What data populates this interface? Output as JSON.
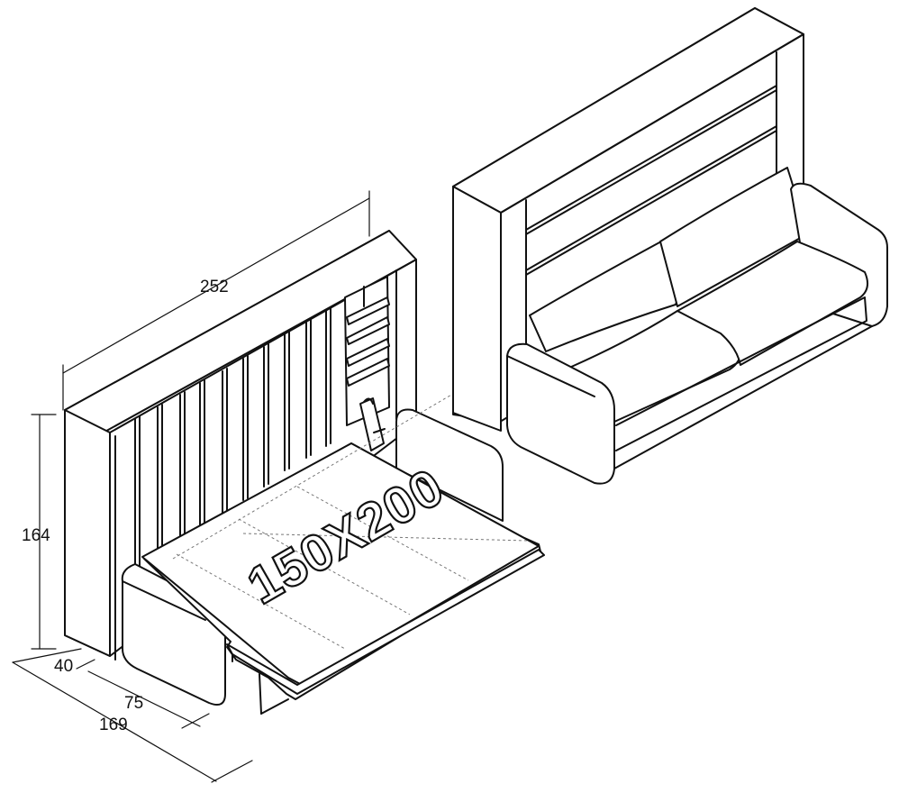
{
  "dimensions": {
    "width": "252",
    "height": "164",
    "depth_closed": "40",
    "bed_extension": "75",
    "depth_open": "169"
  },
  "bed_size_label": "150X200"
}
